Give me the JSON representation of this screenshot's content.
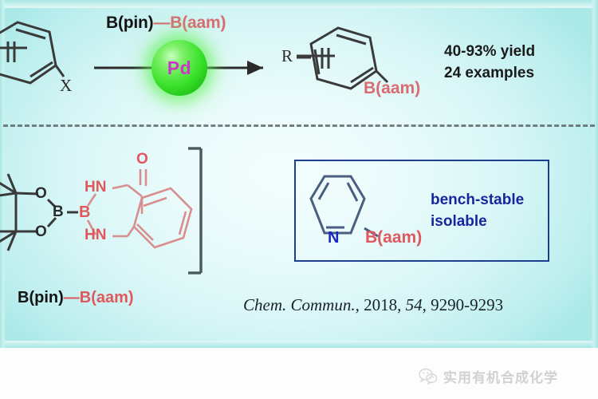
{
  "figure": {
    "kind": "graphical-abstract",
    "background_color": "#e6f9f9",
    "divider_color": "#5f6a6b"
  },
  "scheme": {
    "reagent": {
      "bpin": "B(pin)",
      "dash": "—",
      "baam": "B(aam)"
    },
    "catalyst": {
      "label": "Pd",
      "sphere_color": "#3ae22b",
      "text_color": "#c837c8"
    },
    "substrate": {
      "ring": "benzene",
      "leaving_group": "X"
    },
    "product": {
      "ring": "benzene",
      "substituent_r": "R",
      "boron_group": "B(aam)",
      "boron_color": "#d96c70"
    },
    "results": {
      "yield": "40-93% yield",
      "examples": "24 examples"
    }
  },
  "reagent_structure": {
    "atoms": {
      "o_top": "O",
      "o_bottom": "O",
      "b_pin": "B",
      "b_aam": "B",
      "hn_top": "HN",
      "hn_bottom": "HN",
      "o_carbonyl": "O"
    },
    "caption": {
      "bpin": "B(pin)",
      "dash": "—",
      "baam": "B(aam)"
    }
  },
  "highlight_box": {
    "border_color": "#1e3f8f",
    "molecule": {
      "ring": "pyridine",
      "nitrogen": "N",
      "boron_group": "B(aam)"
    },
    "properties": [
      "bench-stable",
      "isolable"
    ],
    "line_1": "bench-stable",
    "line_2": "isolable"
  },
  "citation": {
    "journal": "Chem. Commun.",
    "rest": ", 2018, ",
    "volume": "54",
    "pages": ", 9290-9293",
    "full": "Chem. Commun., 2018, 54, 9290-9293"
  },
  "watermark": {
    "icon": "wechat-icon",
    "text": "实用有机合成化学"
  }
}
